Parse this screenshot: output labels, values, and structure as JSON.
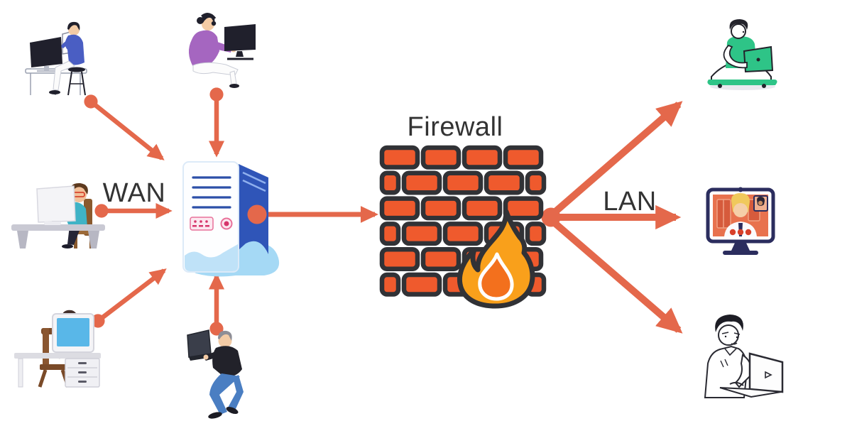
{
  "diagram": {
    "type": "network-topology",
    "labels": {
      "wan": "WAN",
      "lan": "LAN",
      "firewall": "Firewall"
    },
    "colors": {
      "arrow": "#E4684B",
      "label_text": "#333333",
      "brick_fill": "#EF5A2D",
      "brick_outline": "#313236",
      "flame_outer": "#F9A01B",
      "flame_inner": "#F3701D",
      "server_side": "#2F55B8",
      "server_front": "#FDFEFF",
      "server_vents": "#2B4FA8",
      "server_splash": "#A5D9F5",
      "server_port_accent": "#D6356B"
    },
    "nodes": {
      "wan_side": [
        {
          "id": "wan-client-1",
          "icon": "person-at-desk-monitor-icon"
        },
        {
          "id": "wan-client-2",
          "icon": "person-at-desk-monitor-icon"
        },
        {
          "id": "wan-client-3",
          "icon": "person-at-desk-monitor-icon"
        },
        {
          "id": "wan-client-4",
          "icon": "person-seated-monitor-icon"
        },
        {
          "id": "wan-client-5",
          "icon": "person-seated-laptop-icon"
        }
      ],
      "gateway": {
        "id": "gateway-server",
        "icon": "server-tower-icon"
      },
      "firewall": {
        "id": "firewall",
        "icon": "brick-wall-flame-icon"
      },
      "lan_side": [
        {
          "id": "lan-client-1",
          "icon": "person-crosslegged-laptop-icon"
        },
        {
          "id": "lan-client-2",
          "icon": "video-call-monitor-icon"
        },
        {
          "id": "lan-client-3",
          "icon": "person-holding-laptop-icon"
        }
      ]
    },
    "edges": [
      {
        "from": "wan-client-1",
        "to": "gateway-server"
      },
      {
        "from": "wan-client-2",
        "to": "gateway-server"
      },
      {
        "from": "wan-client-3",
        "to": "gateway-server"
      },
      {
        "from": "wan-client-4",
        "to": "gateway-server"
      },
      {
        "from": "wan-client-5",
        "to": "gateway-server"
      },
      {
        "from": "gateway-server",
        "to": "firewall"
      },
      {
        "from": "firewall",
        "to": "lan-client-1"
      },
      {
        "from": "firewall",
        "to": "lan-client-2"
      },
      {
        "from": "firewall",
        "to": "lan-client-3"
      }
    ]
  }
}
